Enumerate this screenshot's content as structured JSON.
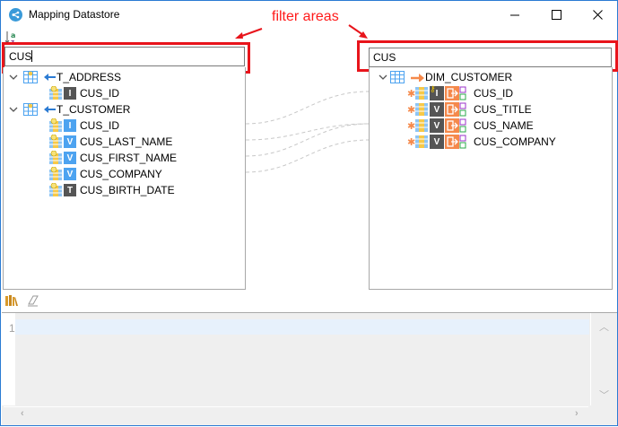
{
  "window": {
    "title": "Mapping Datastore",
    "controls": {
      "minimize": "minimize-icon",
      "maximize": "maximize-icon",
      "close": "close-icon"
    }
  },
  "annotation": {
    "text": "filter areas",
    "color": "#ff1a1a"
  },
  "toolbar_top": {
    "sort_icon": "sort-alpha-icon"
  },
  "source": {
    "filter_value": "CUS",
    "tables": [
      {
        "name": "T_ADDRESS",
        "columns": [
          {
            "name": "CUS_ID",
            "type_badge": "I",
            "badge_color": "#555555"
          }
        ]
      },
      {
        "name": "T_CUSTOMER",
        "columns": [
          {
            "name": "CUS_ID",
            "type_badge": "I",
            "badge_color": "#4da3f0"
          },
          {
            "name": "CUS_LAST_NAME",
            "type_badge": "V",
            "badge_color": "#4da3f0"
          },
          {
            "name": "CUS_FIRST_NAME",
            "type_badge": "V",
            "badge_color": "#4da3f0"
          },
          {
            "name": "CUS_COMPANY",
            "type_badge": "V",
            "badge_color": "#4da3f0"
          },
          {
            "name": "CUS_BIRTH_DATE",
            "type_badge": "T",
            "badge_color": "#555555"
          }
        ]
      }
    ]
  },
  "target": {
    "filter_value": "CUS",
    "tables": [
      {
        "name": "DIM_CUSTOMER",
        "columns": [
          {
            "name": "CUS_ID",
            "type_badge": "I",
            "key": true
          },
          {
            "name": "CUS_TITLE",
            "type_badge": "V",
            "key": false
          },
          {
            "name": "CUS_NAME",
            "type_badge": "V",
            "key": false
          },
          {
            "name": "CUS_COMPANY",
            "type_badge": "V",
            "key": false
          }
        ]
      }
    ]
  },
  "editor": {
    "line_numbers": [
      "1"
    ],
    "content": "",
    "toolbar_icons": [
      "library-icon",
      "eraser-icon"
    ]
  },
  "colors": {
    "highlight_red": "#e8141b",
    "window_border": "#2b7bd3",
    "int_badge_blue": "#4da3f0",
    "dark_badge": "#555555",
    "target_orange": "#f5894b"
  }
}
